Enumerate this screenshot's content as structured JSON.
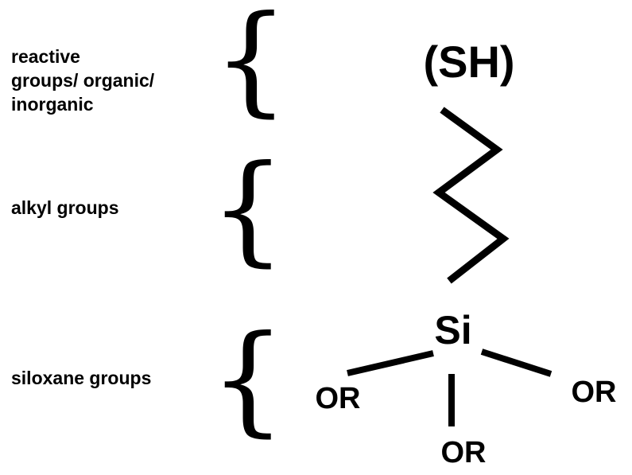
{
  "labels": {
    "reactive": [
      "reactive",
      "groups/ organic/",
      "inorganic"
    ],
    "alkyl": "alkyl groups",
    "siloxane": "siloxane groups"
  },
  "molecule": {
    "functional_group": "(SH)",
    "silicon": "Si",
    "substituent": "OR"
  },
  "brace_glyph": "{"
}
